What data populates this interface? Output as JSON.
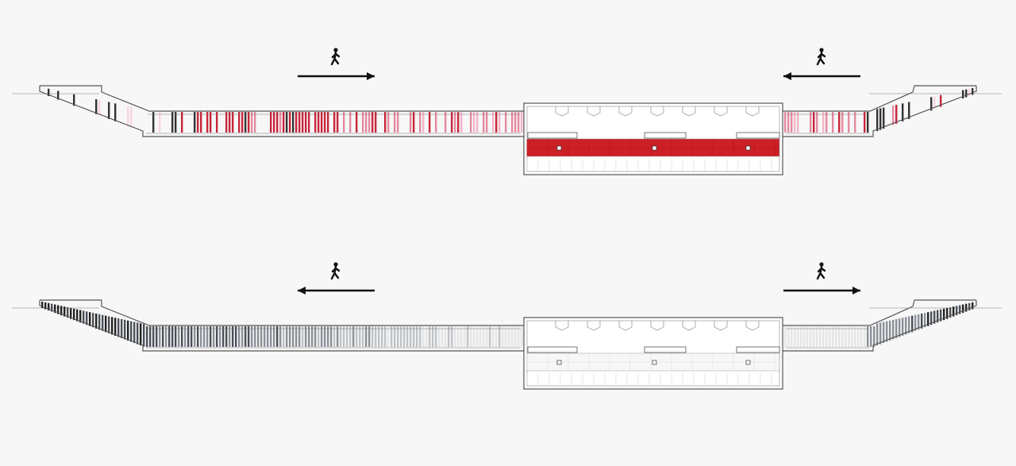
{
  "sections": [
    {
      "id": "top",
      "walk_direction": "converging",
      "bands": [
        "#f4b6c7",
        "#e58aa0",
        "#c8263a",
        "#333333",
        "#f9d6de"
      ],
      "platform_fill": "#cc1f26",
      "left_arrow": "right",
      "right_arrow": "left"
    },
    {
      "id": "bottom",
      "walk_direction": "diverging",
      "bands": [
        "#222222",
        "#4a4f58",
        "#8a9098",
        "#bfc3c8",
        "#e6e6e6"
      ],
      "platform_fill": "#f7f7f7",
      "left_arrow": "left",
      "right_arrow": "right"
    }
  ],
  "colors": {
    "background": "#f7f7f7",
    "outline": "#555555",
    "arrow": "#111111",
    "figure": "#111111"
  },
  "icons": {
    "pedestrian": "walking-person-icon",
    "direction": "arrow-icon"
  }
}
